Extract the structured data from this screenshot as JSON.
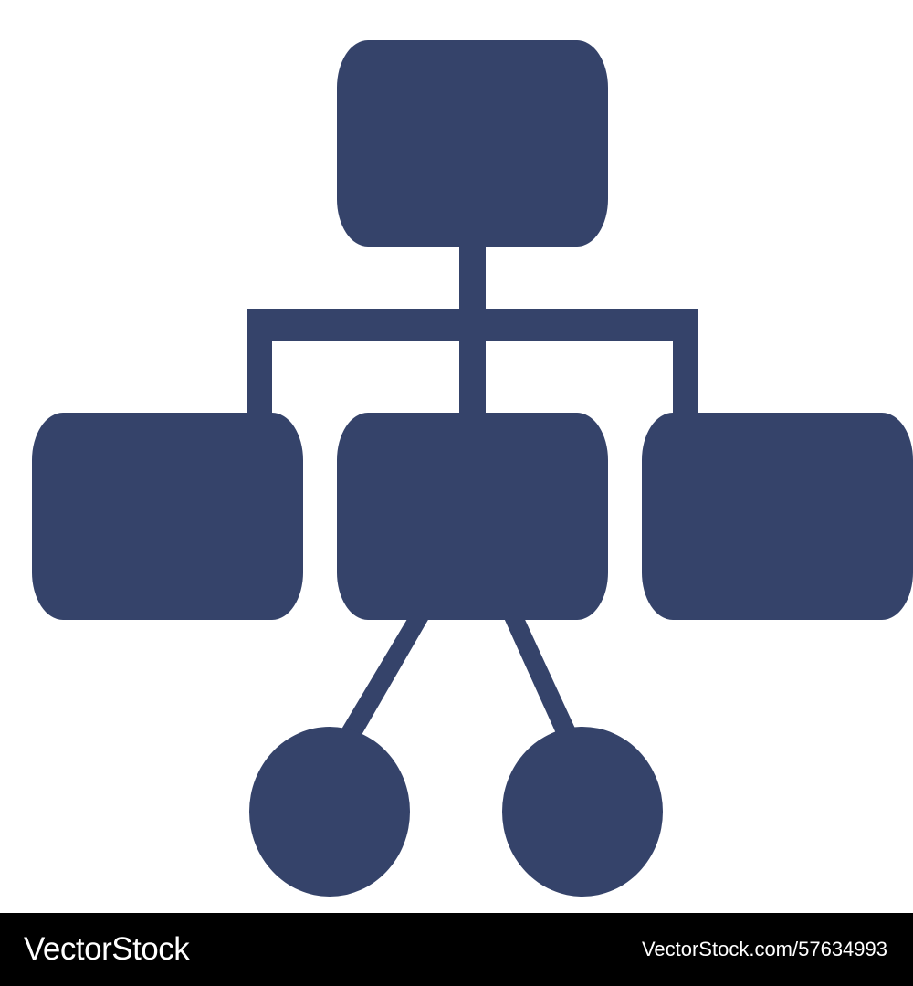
{
  "diagram": {
    "type": "hierarchy-icon",
    "fill_color": "#35436A",
    "background_color": "#FFFFFF",
    "nodes": [
      {
        "id": "root",
        "shape": "rounded-rectangle",
        "level": 0
      },
      {
        "id": "left-child",
        "shape": "rounded-rectangle",
        "level": 1
      },
      {
        "id": "middle-child",
        "shape": "rounded-rectangle",
        "level": 1
      },
      {
        "id": "right-child",
        "shape": "rounded-rectangle",
        "level": 1
      },
      {
        "id": "left-leaf",
        "shape": "circle",
        "level": 2
      },
      {
        "id": "right-leaf",
        "shape": "circle",
        "level": 2
      }
    ],
    "edges": [
      [
        "root",
        "left-child"
      ],
      [
        "root",
        "middle-child"
      ],
      [
        "root",
        "right-child"
      ],
      [
        "middle-child",
        "left-leaf"
      ],
      [
        "middle-child",
        "right-leaf"
      ]
    ]
  },
  "footer": {
    "brand": "VectorStock",
    "image_id": "VectorStock.com/57634993",
    "background_color": "#000000",
    "text_color": "#FFFFFF"
  }
}
